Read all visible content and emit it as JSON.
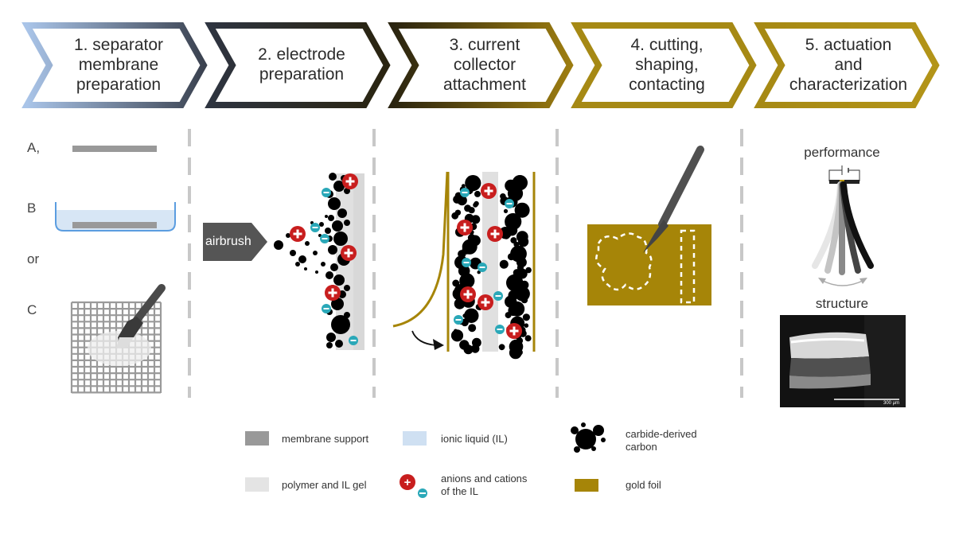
{
  "steps": [
    {
      "label": "1. separator\nmembrane\npreparation",
      "stroke_start": "#a9c4e8",
      "stroke_end": "#3b4250"
    },
    {
      "label": "2. electrode\npreparation",
      "stroke_start": "#2e3440",
      "stroke_end": "#2a2410"
    },
    {
      "label": "3. current\ncollector\nattachment",
      "stroke_start": "#2a2410",
      "stroke_end": "#9c7c10"
    },
    {
      "label": "4. cutting,\nshaping,\ncontacting",
      "stroke_start": "#a68914",
      "stroke_end": "#a68914"
    },
    {
      "label": "5. actuation\nand\ncharacterization",
      "stroke_start": "#a68914",
      "stroke_end": "#a68914"
    }
  ],
  "methods": {
    "a": "A,",
    "b": "B",
    "or": "or",
    "c": "C"
  },
  "airbrush_label": "airbrush",
  "characterization": {
    "performance": "performance",
    "structure": "structure",
    "scale_bar": "300 μm"
  },
  "legend": {
    "membrane_support": "membrane support",
    "ionic_liquid": "ionic liquid (IL)",
    "carbon": "carbide-derived\ncarbon",
    "gel": "polymer and IL gel",
    "ions": "anions and cations\nof the IL",
    "gold": "gold foil"
  },
  "colors": {
    "membrane_support": "#999999",
    "ionic_liquid": "#cfe0f2",
    "ionic_liquid_stroke": "#5b9de0",
    "gel": "#e4e4e4",
    "cation": "#c81e1e",
    "anion": "#2aa8b8",
    "carbon": "#000000",
    "gold": "#a68508",
    "separator_dash": "#c8c8c8"
  },
  "icons": {
    "cation_symbol": "+",
    "anion_symbol": "−",
    "brush": "paint-brush-icon",
    "scalpel": "scalpel-icon",
    "battery": "battery-icon"
  }
}
